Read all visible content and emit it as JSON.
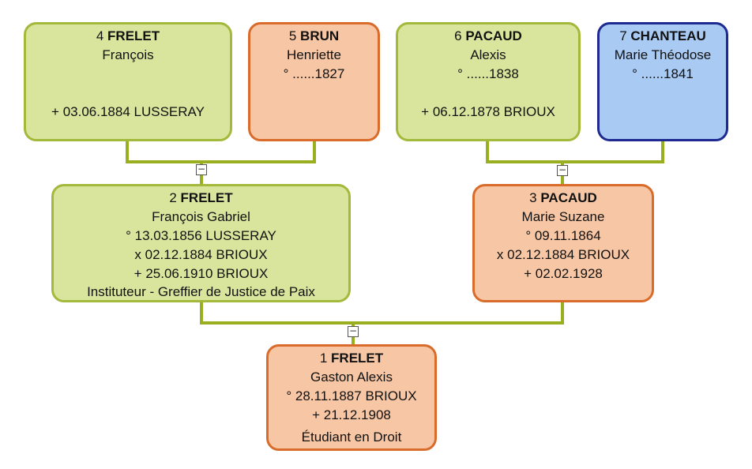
{
  "persons": {
    "p4": {
      "num": "4",
      "surname": "FRELET",
      "given": "François",
      "death": "+ 03.06.1884 LUSSERAY"
    },
    "p5": {
      "num": "5",
      "surname": "BRUN",
      "given": "Henriette",
      "birth": "° ......1827"
    },
    "p6": {
      "num": "6",
      "surname": "PACAUD",
      "given": "Alexis",
      "birth": "° ......1838",
      "death": "+ 06.12.1878 BRIOUX"
    },
    "p7": {
      "num": "7",
      "surname": "CHANTEAU",
      "given": "Marie Théodose",
      "birth": "° ......1841"
    },
    "p2": {
      "num": "2",
      "surname": "FRELET",
      "given": "François Gabriel",
      "birth": "° 13.03.1856 LUSSERAY",
      "marriage": "x 02.12.1884 BRIOUX",
      "death": "+ 25.06.1910 BRIOUX",
      "occupation": "Instituteur - Greffier de Justice de Paix"
    },
    "p3": {
      "num": "3",
      "surname": "PACAUD",
      "given": "Marie Suzane",
      "birth": "° 09.11.1864",
      "marriage": "x 02.12.1884 BRIOUX",
      "death": "+ 02.02.1928"
    },
    "p1": {
      "num": "1",
      "surname": "FRELET",
      "given": "Gaston Alexis",
      "birth": "° 28.11.1887 BRIOUX",
      "death": "+ 21.12.1908",
      "occupation": "Étudiant en Droit"
    }
  },
  "collapse_symbol": "−",
  "colors": {
    "male_fill": "#d9e59d",
    "male_border": "#a2b93c",
    "female_fill": "#f7c6a4",
    "female_border": "#d96b2b",
    "unknown_fill": "#a9caf3",
    "unknown_border": "#1f2a90",
    "connector": "#9aaf20"
  }
}
